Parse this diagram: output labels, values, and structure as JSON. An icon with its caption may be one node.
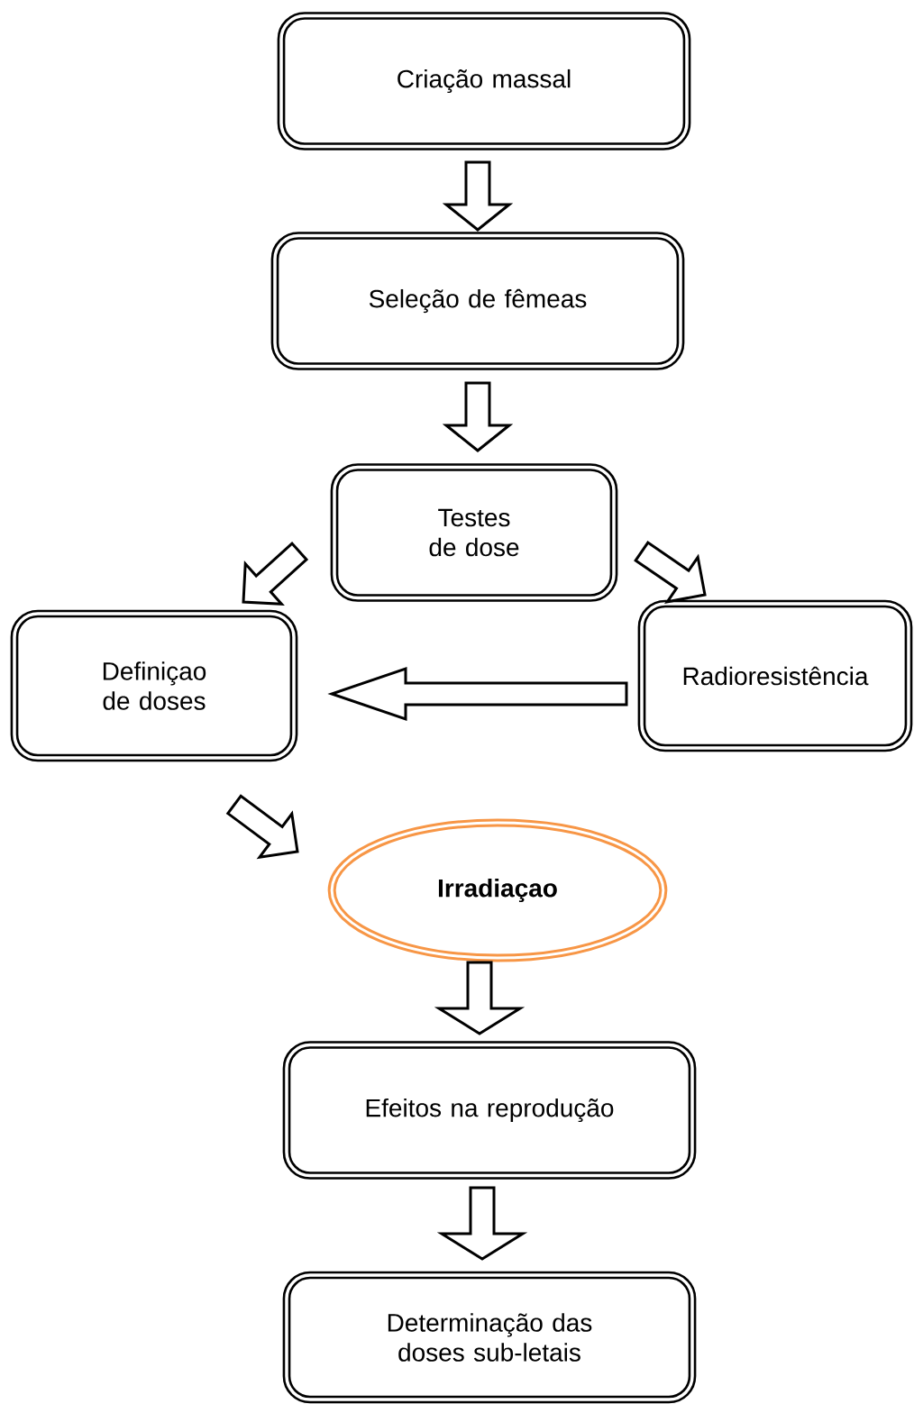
{
  "diagram": {
    "nodes": [
      {
        "text": [
          "Criação massal"
        ]
      },
      {
        "text": [
          "Seleção de fêmeas"
        ]
      },
      {
        "text": [
          "Testes de dose"
        ]
      },
      {
        "text": [
          "Definiçao de doses"
        ]
      },
      {
        "text": [
          "Radioresistência"
        ]
      },
      {
        "text": [
          "Irradiaçao"
        ]
      },
      {
        "text": [
          "Efeitos na reprodução"
        ]
      },
      {
        "text": [
          "Determinação das doses sub-letais"
        ]
      }
    ],
    "edges": [
      {
        "from": 0,
        "to": 1,
        "arrow": "to"
      },
      {
        "from": 1,
        "to": 2,
        "arrow": "to"
      },
      {
        "from": 2,
        "to": 3,
        "arrow": "to"
      },
      {
        "from": 2,
        "to": 4,
        "arrow": "to"
      },
      {
        "from": 4,
        "to": 3,
        "arrow": "to"
      },
      {
        "from": 3,
        "to": 5,
        "arrow": "to"
      },
      {
        "from": 5,
        "to": 6,
        "arrow": "to"
      },
      {
        "from": 6,
        "to": 7,
        "arrow": "to"
      }
    ]
  }
}
